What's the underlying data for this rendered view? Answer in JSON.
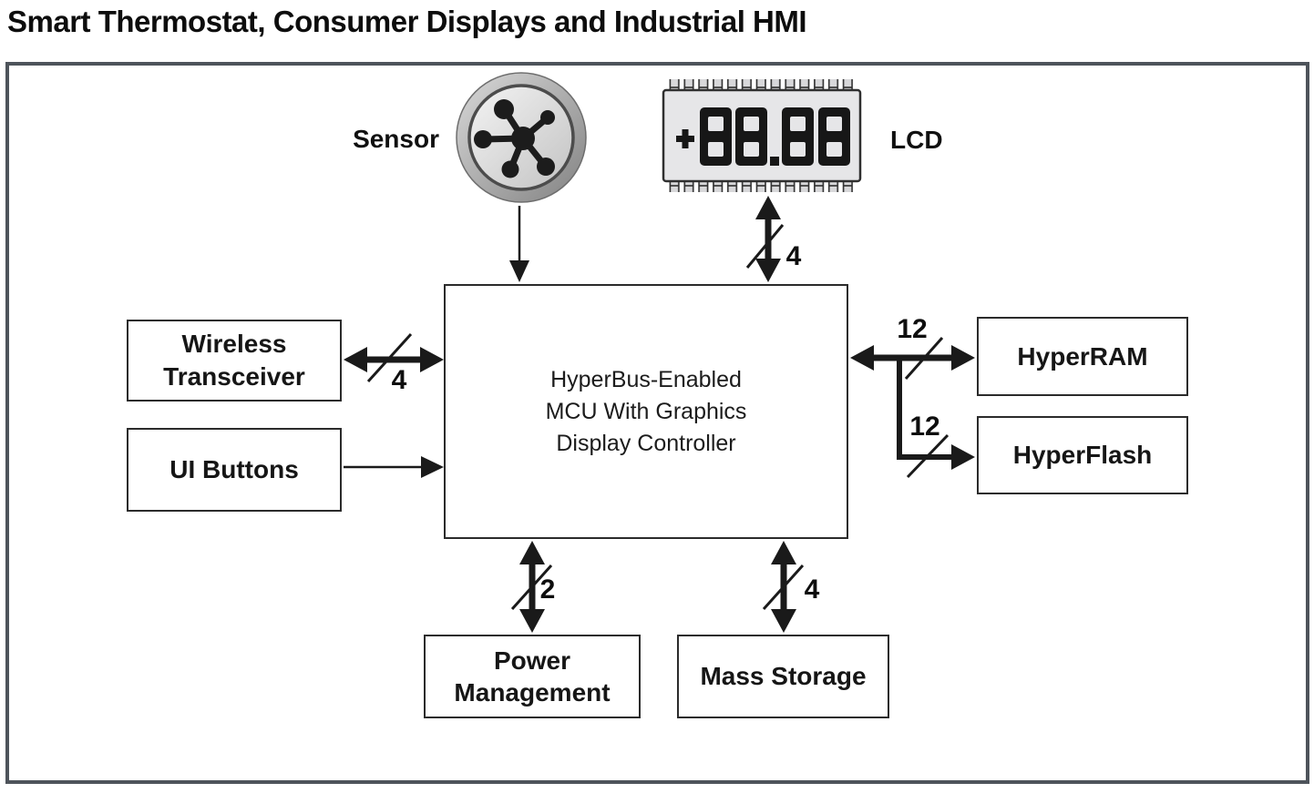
{
  "title": "Smart Thermostat, Consumer Displays and Industrial HMI",
  "nodes": {
    "sensor": {
      "label": "Sensor"
    },
    "lcd": {
      "label": "LCD",
      "value": "+88.88"
    },
    "mcu": {
      "line1": "HyperBus-Enabled",
      "line2": "MCU With Graphics",
      "line3": "Display Controller"
    },
    "wireless": {
      "line1": "Wireless",
      "line2": "Transceiver"
    },
    "ui_buttons": {
      "label": "UI Buttons"
    },
    "hyperram": {
      "label": "HyperRAM"
    },
    "hyperflash": {
      "label": "HyperFlash"
    },
    "power": {
      "line1": "Power",
      "line2": "Management"
    },
    "mass_storage": {
      "label": "Mass Storage"
    }
  },
  "bus_widths": {
    "lcd": "4",
    "wireless": "4",
    "hyperram": "12",
    "hyperflash": "12",
    "power": "2",
    "mass_storage": "4"
  },
  "colors": {
    "frame_border": "#4e545b",
    "line_black": "#1a1a1a",
    "box_border": "#2b2b2b",
    "lcd_face": "#e6e6e8"
  }
}
